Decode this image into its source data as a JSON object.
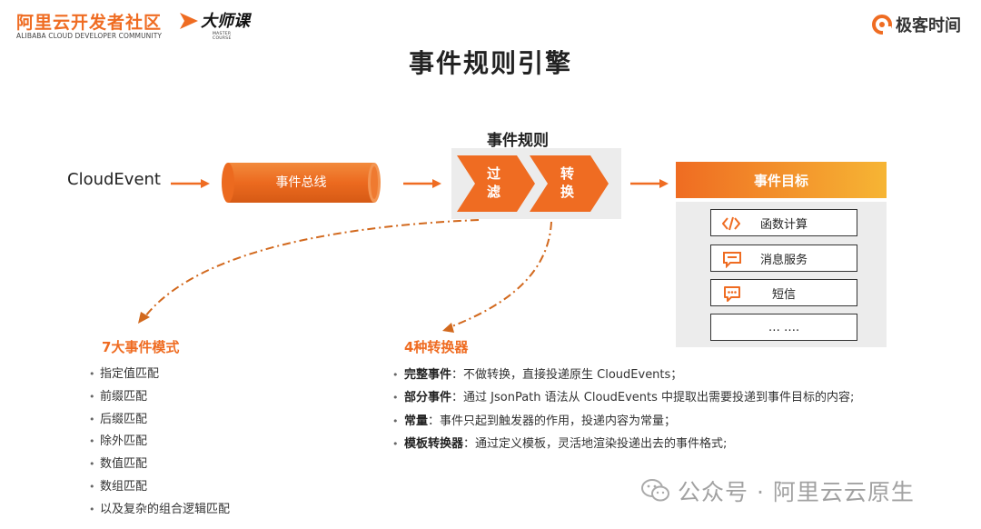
{
  "header": {
    "brand_cn": "阿里云开发者社区",
    "brand_en": "ALIBABA CLOUD DEVELOPER COMMUNITY",
    "course_title": "大师课",
    "course_sub": "MASTER COURSE",
    "geek_title": "极客时间"
  },
  "title": "事件规则引擎",
  "flow": {
    "source": "CloudEvent",
    "bus": "事件总线",
    "rule_title": "事件规则",
    "filter": [
      "过",
      "滤"
    ],
    "transform": [
      "转",
      "换"
    ],
    "target_title": "事件目标",
    "targets": [
      {
        "label": "函数计算",
        "icon": "function-compute-icon"
      },
      {
        "label": "消息服务",
        "icon": "message-service-icon"
      },
      {
        "label": "短信",
        "icon": "sms-icon"
      },
      {
        "label": "… ….",
        "icon": ""
      }
    ]
  },
  "modes": {
    "title": "7大事件模式",
    "items": [
      "指定值匹配",
      "前缀匹配",
      "后缀匹配",
      "除外匹配",
      "数值匹配",
      "数组匹配",
      "以及复杂的组合逻辑匹配"
    ]
  },
  "transformers": {
    "title": "4种转换器",
    "items": [
      {
        "name": "完整事件",
        "desc": "：不做转换，直接投递原生 CloudEvents；"
      },
      {
        "name": "部分事件",
        "desc": "：通过 JsonPath 语法从 CloudEvents 中提取出需要投递到事件目标的内容;"
      },
      {
        "name": "常量",
        "desc": "：事件只起到触发器的作用，投递内容为常量；"
      },
      {
        "name": "模板转换器",
        "desc": "：通过定义模板，灵活地渲染投递出去的事件格式;"
      }
    ]
  },
  "watermark": "公众号 · 阿里云云原生",
  "colors": {
    "accent": "#ef6c22",
    "accent_light": "#f6b534",
    "panel": "#ececec"
  }
}
